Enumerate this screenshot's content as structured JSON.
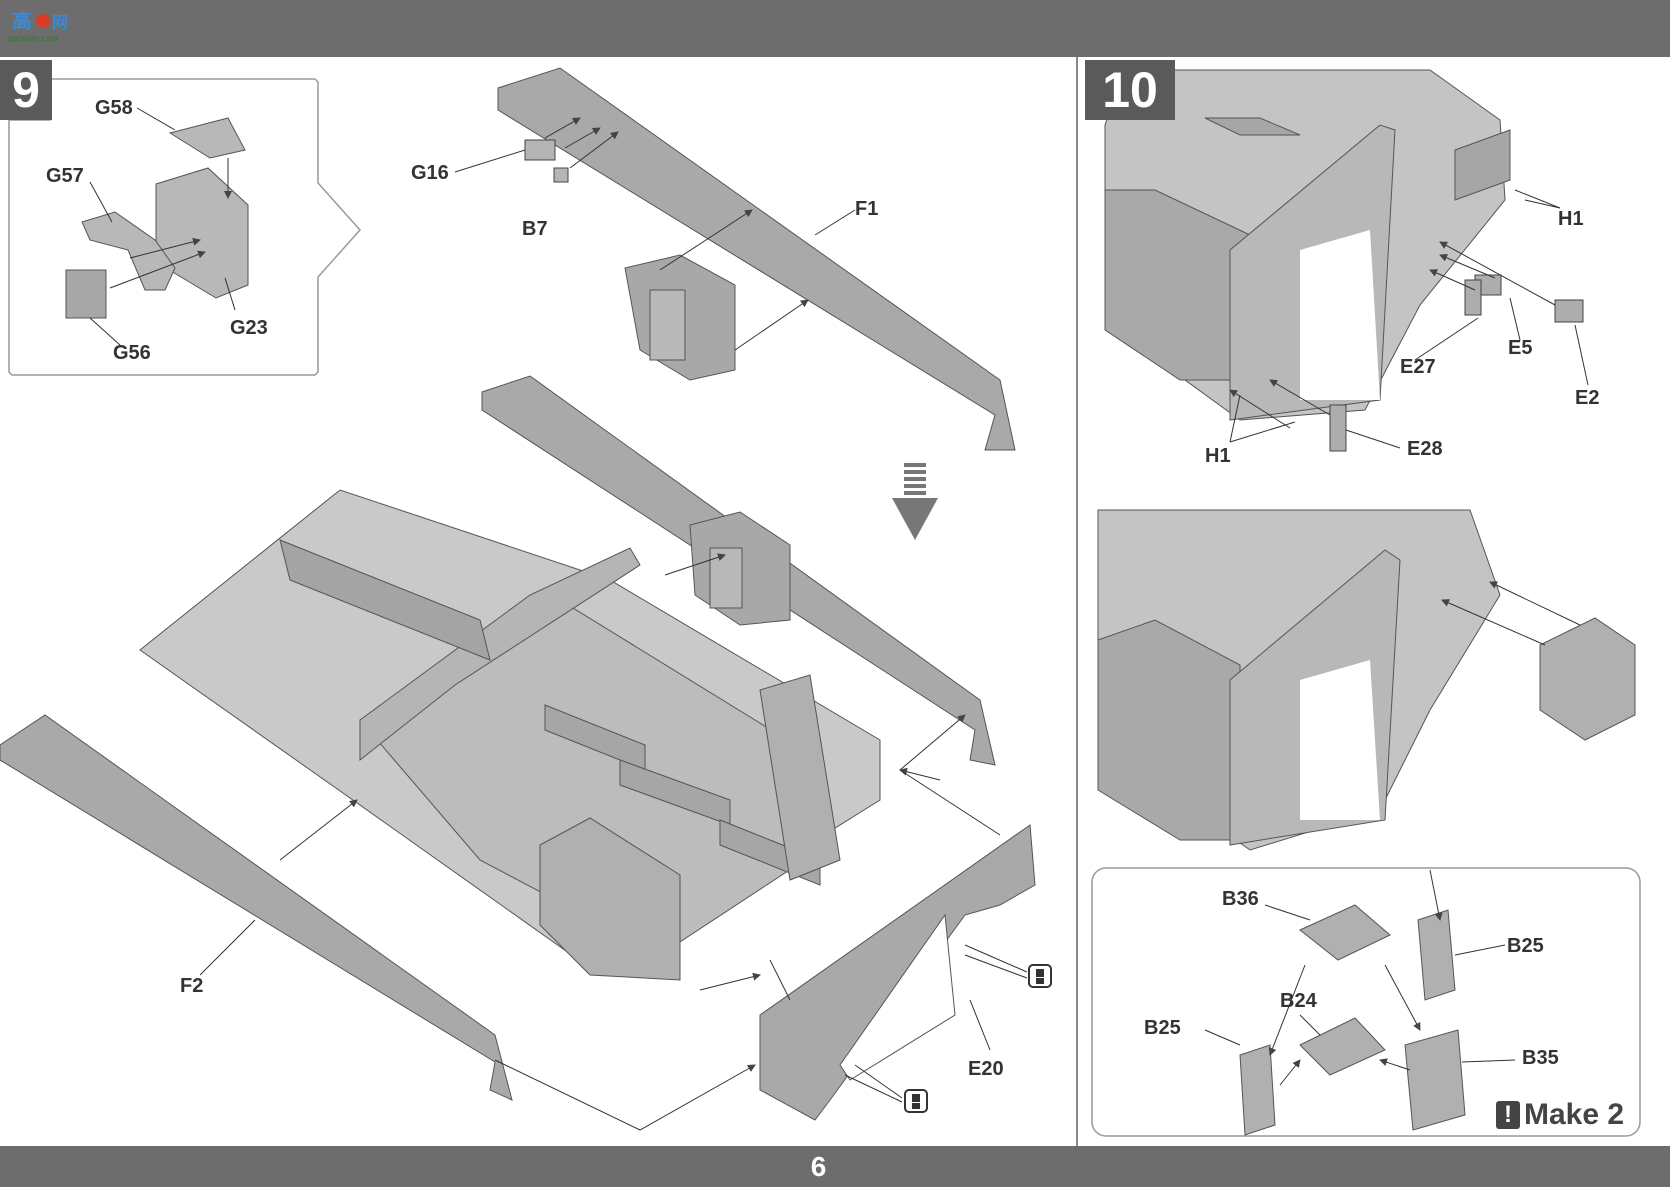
{
  "logo": {
    "text": "高玩网",
    "sub": "gaoplay.com"
  },
  "steps": {
    "step9": "9",
    "step10": "10"
  },
  "page_number": "6",
  "make_note": "Make 2",
  "make_icon": "!",
  "step9_parts": {
    "inset": [
      "G58",
      "G57",
      "G56",
      "G23"
    ],
    "main": [
      "G16",
      "B7",
      "F1",
      "F2",
      "E20"
    ]
  },
  "step10_parts": {
    "top": [
      "H1",
      "H1",
      "E5",
      "E27",
      "E2",
      "E28"
    ],
    "inset": [
      "B36",
      "B25",
      "B24",
      "B25",
      "B35"
    ]
  },
  "icons": [
    "arrow-down-icon",
    "glue-icon",
    "glue-icon"
  ]
}
